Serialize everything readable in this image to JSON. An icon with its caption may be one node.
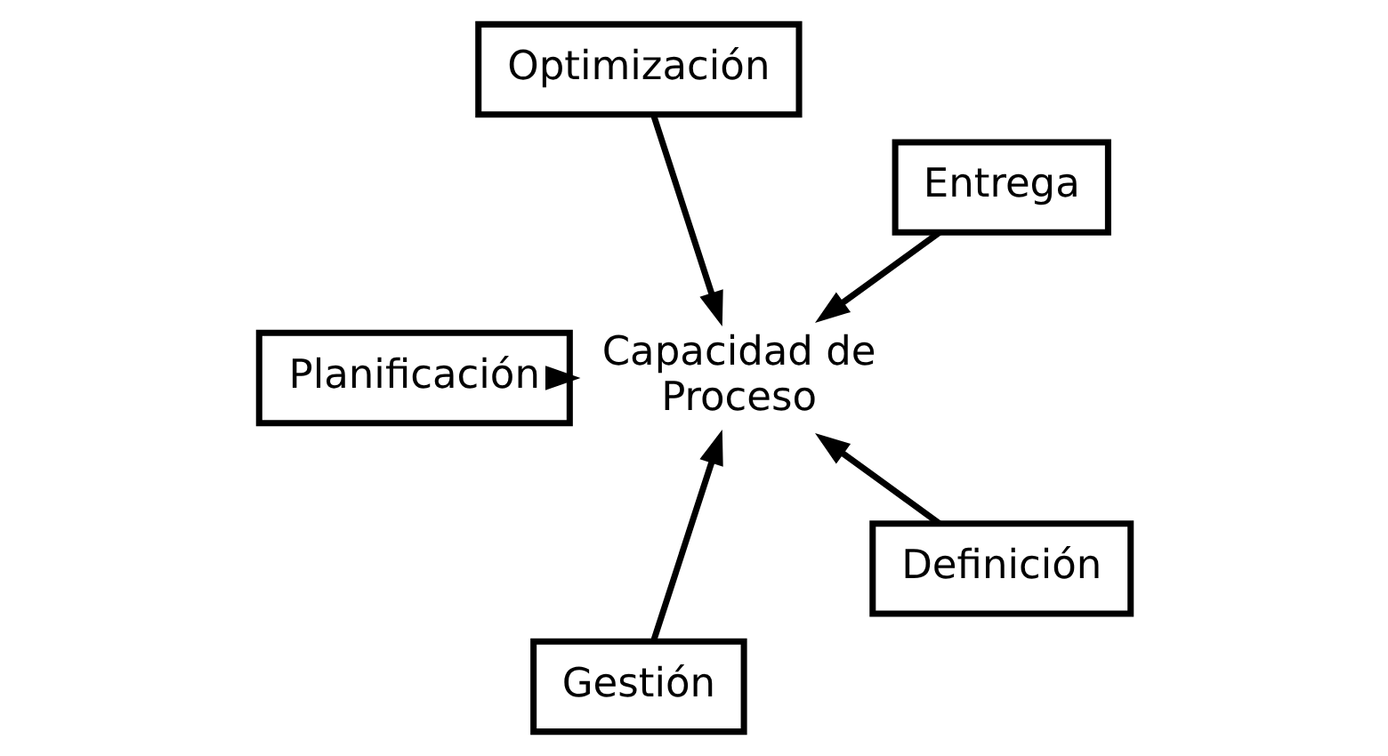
{
  "diagram": {
    "nodes": [
      {
        "text": [
          "Entrega"
        ]
      },
      {
        "text": [
          "Optimización"
        ]
      },
      {
        "text": [
          "Planificación"
        ]
      },
      {
        "text": [
          "Capacidad de Proceso"
        ]
      },
      {
        "text": [
          "Gestión"
        ]
      },
      {
        "text": [
          "Definición"
        ]
      }
    ],
    "edges": [
      {
        "from": 0,
        "to": 3,
        "arrow": "to"
      },
      {
        "from": 1,
        "to": 3,
        "arrow": "to"
      },
      {
        "from": 2,
        "to": 3,
        "arrow": "to"
      },
      {
        "from": 4,
        "to": 3,
        "arrow": "to"
      },
      {
        "from": 5,
        "to": 3,
        "arrow": "to"
      }
    ]
  }
}
